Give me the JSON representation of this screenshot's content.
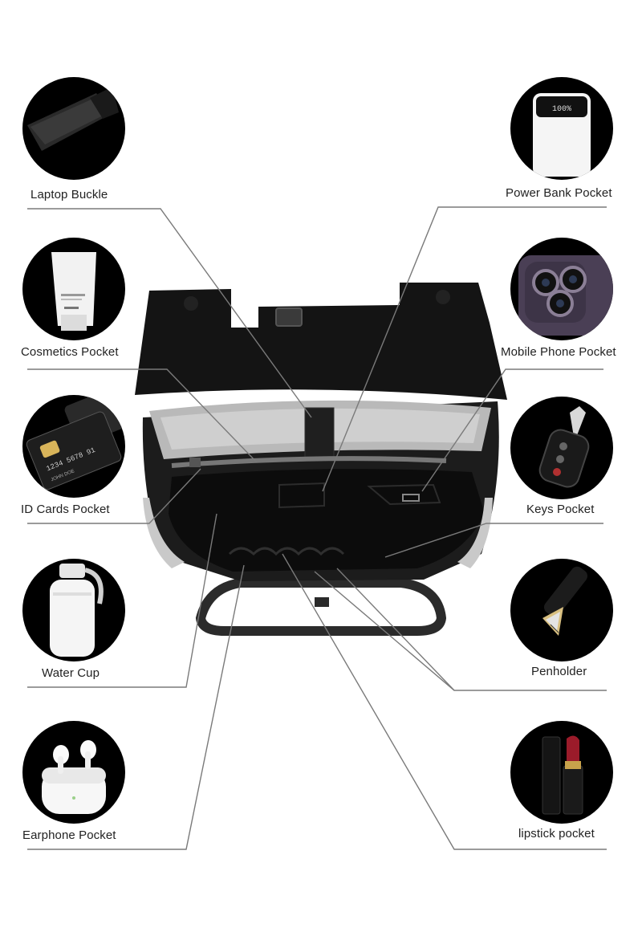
{
  "features": [
    {
      "id": "laptop-buckle",
      "label": "Laptop Buckle",
      "icon": "velcro-strap-icon",
      "side": "left"
    },
    {
      "id": "cosmetics-pocket",
      "label": "Cosmetics Pocket",
      "icon": "cosmetic-tube-icon",
      "side": "left"
    },
    {
      "id": "id-cards-pocket",
      "label": "ID Cards Pocket",
      "icon": "id-card-icon",
      "side": "left",
      "card_number": "1234  5678  91",
      "card_name": "JOHN DOE"
    },
    {
      "id": "water-cup",
      "label": "Water Cup",
      "icon": "water-bottle-icon",
      "side": "left"
    },
    {
      "id": "earphone-pocket",
      "label": "Earphone Pocket",
      "icon": "earbuds-case-icon",
      "side": "left"
    },
    {
      "id": "power-bank-pocket",
      "label": "Power Bank Pocket",
      "icon": "power-bank-icon",
      "side": "right",
      "display_text": "100%"
    },
    {
      "id": "mobile-phone-pocket",
      "label": "Mobile Phone Pocket",
      "icon": "phone-camera-icon",
      "side": "right"
    },
    {
      "id": "keys-pocket",
      "label": "Keys Pocket",
      "icon": "car-key-icon",
      "side": "right"
    },
    {
      "id": "penholder",
      "label": "Penholder",
      "icon": "fountain-pen-icon",
      "side": "right"
    },
    {
      "id": "lipstick-pocket",
      "label": "lipstick pocket",
      "icon": "lipstick-icon",
      "side": "right"
    }
  ],
  "colors": {
    "circle_bg": "#000000",
    "leader_line": "#7a7a7a",
    "bag_leather": "#1b1b1b",
    "bag_lining": "#c9c9c9"
  }
}
